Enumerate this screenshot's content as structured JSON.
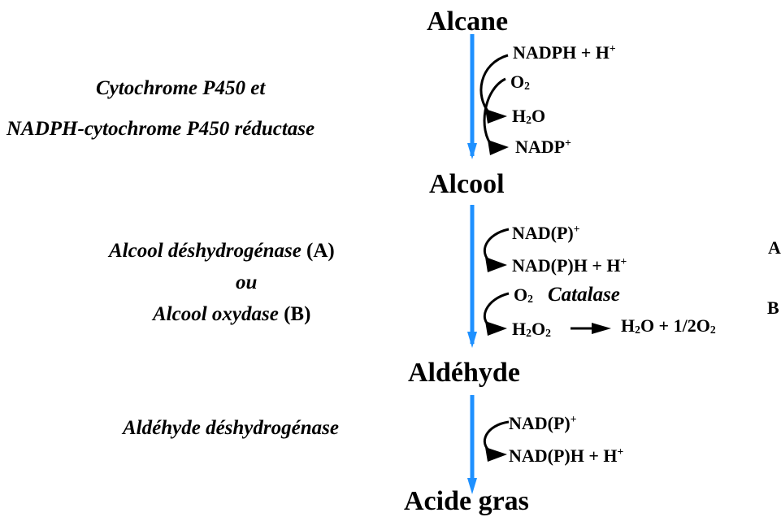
{
  "metabolites": {
    "alcane": "Alcane",
    "alcool": "Alcool",
    "aldehyde": "Aldéhyde",
    "acide_gras": "Acide gras"
  },
  "enzymes": {
    "step1_line1": "Cytochrome P450 et",
    "step1_line2": "NADPH-cytochrome P450 réductase",
    "step2_adh": "Alcool déshydrogénase",
    "step2_adh_tag": "(A)",
    "step2_ou": "ou",
    "step2_ao": "Alcool oxydase",
    "step2_ao_tag": "(B)",
    "step3": "Aldéhyde déshydrogénase",
    "catalase": "Catalase"
  },
  "cofactors": {
    "step1": {
      "nadph": "NADPH + H",
      "nadph_sup": "+",
      "o2_base": "O",
      "o2_sub": "2",
      "h2o_h": "H",
      "h2o_sub": "2",
      "h2o_o": "O",
      "nadp": "NADP",
      "nadp_sup": "+"
    },
    "step2": {
      "nadp_in": "NAD(P)",
      "nadp_in_sup": "+",
      "nadph_out": "NAD(P)H + H",
      "nadph_out_sup": "+",
      "o2_base": "O",
      "o2_sub": "2",
      "h2o2_h": "H",
      "h2o2_sub1": "2",
      "h2o2_o": "O",
      "h2o2_sub2": "2",
      "prod_h": "H",
      "prod_sub1": "2",
      "prod_rest": "O + 1/2O",
      "prod_sub2": "2"
    },
    "step3": {
      "nadp_in": "NAD(P)",
      "nadp_in_sup": "+",
      "nadph_out": "NAD(P)H + H",
      "nadph_out_sup": "+"
    }
  },
  "route_labels": {
    "a": "A",
    "b": "B"
  },
  "colors": {
    "main_arrow": "#1E90FF",
    "curve": "#000000"
  }
}
